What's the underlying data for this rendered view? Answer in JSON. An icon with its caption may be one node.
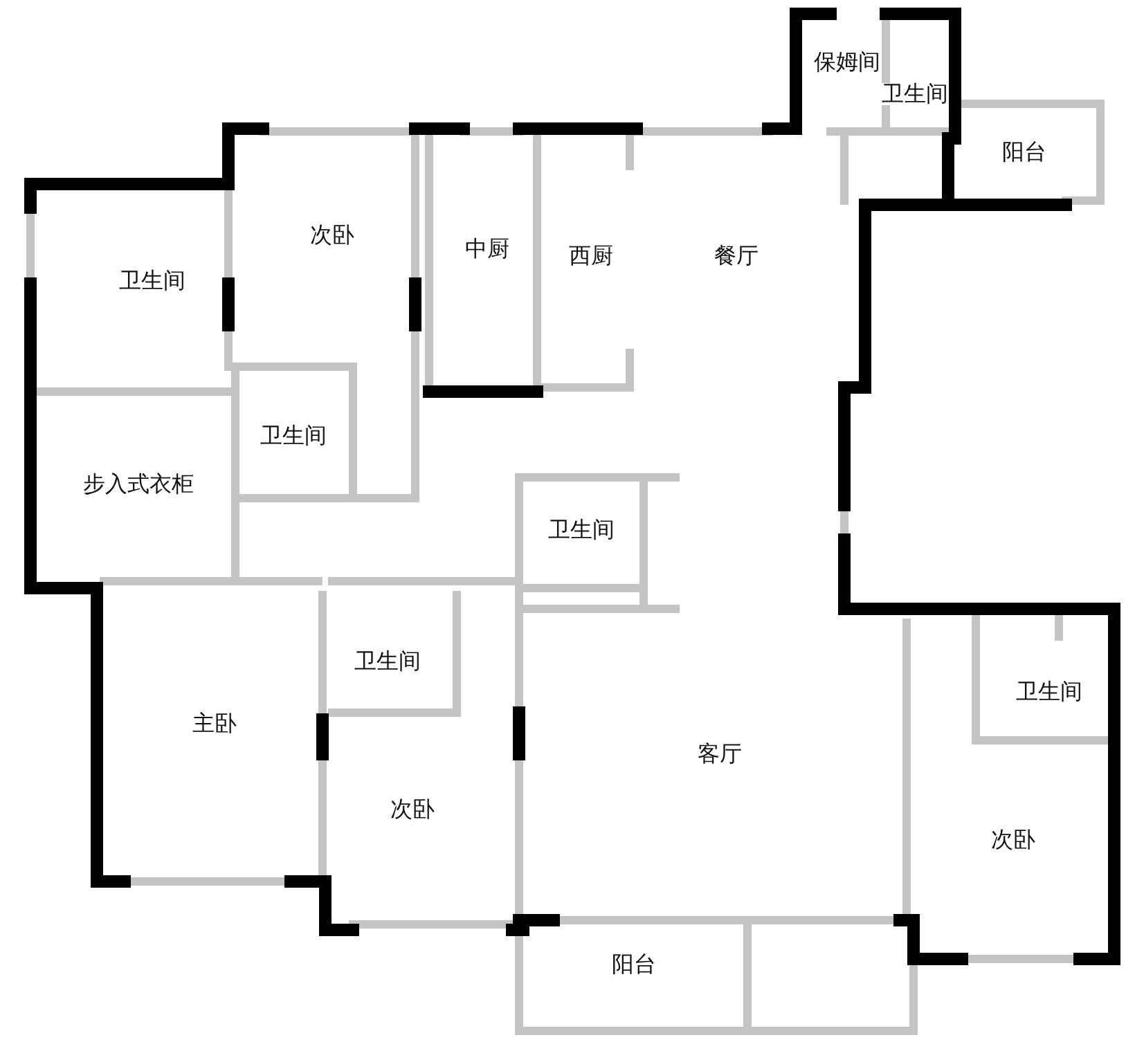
{
  "diagram": {
    "labels": [
      "保姆间",
      "卫生间",
      "阳台",
      "次卧",
      "中厨",
      "西厨",
      "餐厅",
      "卫生间",
      "卫生间",
      "步入式衣柜",
      "卫生间",
      "卫生间",
      "卫生间",
      "主卧",
      "客厅",
      "次卧",
      "次卧",
      "阳台"
    ]
  }
}
